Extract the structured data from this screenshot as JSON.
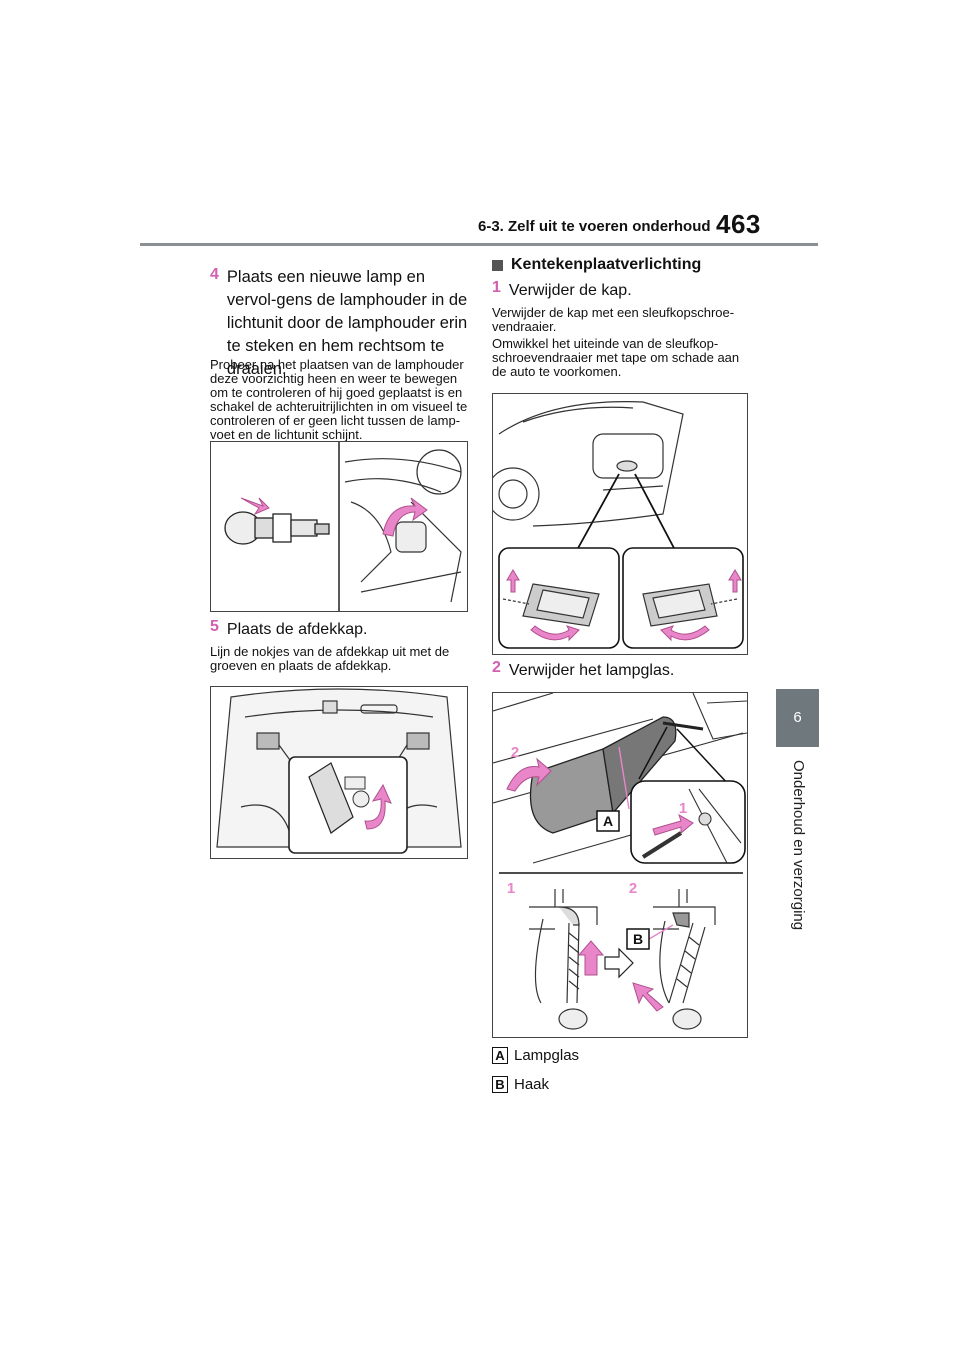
{
  "header": {
    "section": "6-3. Zelf uit te voeren onderhoud",
    "page_number": "463"
  },
  "side_tab": {
    "chapter": "6",
    "label": "Onderhoud en verzorging"
  },
  "left": {
    "step4": {
      "num": "4",
      "text": "Plaats een nieuwe lamp en vervol-gens de lamphouder in de lichtunit door de lamphouder erin te steken en hem rechtsom te draaien."
    },
    "step4_note": "Probeer na het plaatsen van de lamphouder deze voorzichtig heen en weer te bewegen om te controleren of hij goed geplaatst is en schakel de achteruitrijlichten in om visueel te controleren of er geen licht tussen de lamp-voet en de lichtunit schijnt.",
    "step5": {
      "num": "5",
      "text": "Plaats de afdekkap."
    },
    "step5_note": "Lijn de nokjes van de afdekkap uit met de groeven en plaats de afdekkap."
  },
  "right": {
    "heading": "Kentekenplaatverlichting",
    "step1": {
      "num": "1",
      "text": "Verwijder de kap."
    },
    "step1_note1": "Verwijder de kap met een sleufkopschroe-vendraaier.",
    "step1_note2": "Omwikkel het uiteinde van de sleufkop-schroevendraaier met tape om schade aan de auto te voorkomen.",
    "step2": {
      "num": "2",
      "text": "Verwijder het lampglas."
    },
    "fig_labels": {
      "a": "A",
      "b": "B",
      "n1": "1",
      "n2": "2"
    },
    "legend": [
      {
        "key": "A",
        "text": "Lampglas"
      },
      {
        "key": "B",
        "text": "Haak"
      }
    ]
  },
  "colors": {
    "accent": "#d25fb0",
    "arrow": "#e985c9",
    "tab": "#6f787d",
    "rule": "#8a9094"
  }
}
